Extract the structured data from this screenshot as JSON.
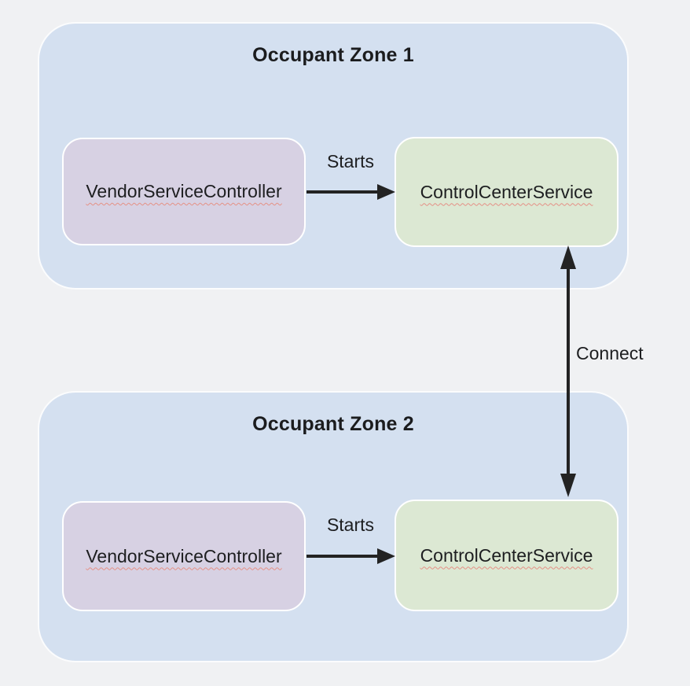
{
  "diagram": {
    "connect_label": "Connect",
    "zones": [
      {
        "title": "Occupant Zone 1",
        "vendor_label": "VendorServiceController",
        "control_label": "ControlCenterService",
        "starts_label": "Starts"
      },
      {
        "title": "Occupant Zone 2",
        "vendor_label": "VendorServiceController",
        "control_label": "ControlCenterService",
        "starts_label": "Starts"
      }
    ]
  },
  "colors": {
    "page_background": "#f0f1f3",
    "zone_fill": "#d4e0f0",
    "zone_border": "#fbfcfd",
    "vendor_box_fill": "#d7d1e3",
    "control_box_fill": "#dce8d3",
    "box_border": "#ffffff",
    "arrow": "#232323",
    "text": "#1d1e20",
    "spellcheck_squiggle": "#e59186"
  },
  "icons": {
    "starts_arrow": "right-arrow",
    "connect_arrow": "vertical-double-arrow"
  }
}
